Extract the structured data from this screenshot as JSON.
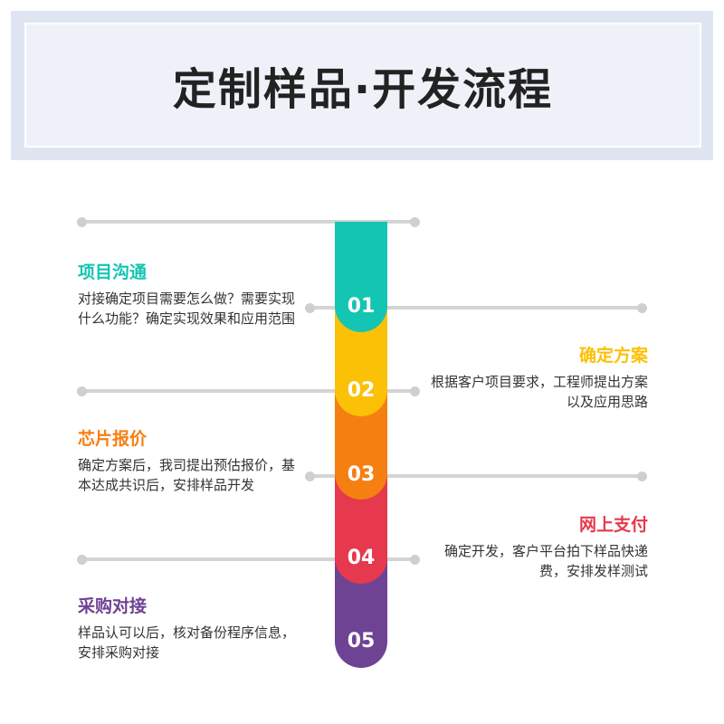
{
  "header": {
    "title": "定制样品·开发流程"
  },
  "steps": [
    {
      "number": "01",
      "title": "项目沟通",
      "description": "对接确定项目需要怎么做？需要实现什么功能？确定实现效果和应用范围",
      "color": "#14c5b3"
    },
    {
      "number": "02",
      "title": "确定方案",
      "description": "根据客户项目要求，工程师提出方案以及应用思路",
      "color": "#fbc107"
    },
    {
      "number": "03",
      "title": "芯片报价",
      "description": "确定方案后，我司提出预估报价，基本达成共识后，安排样品开发",
      "color": "#f67f12"
    },
    {
      "number": "04",
      "title": "网上支付",
      "description": "确定开发，客户平台拍下样品快递费，安排发样测试",
      "color": "#e6394d"
    },
    {
      "number": "05",
      "title": "采购对接",
      "description": "样品认可以后，核对备份程序信息，安排采购对接",
      "color": "#6e4393"
    }
  ]
}
